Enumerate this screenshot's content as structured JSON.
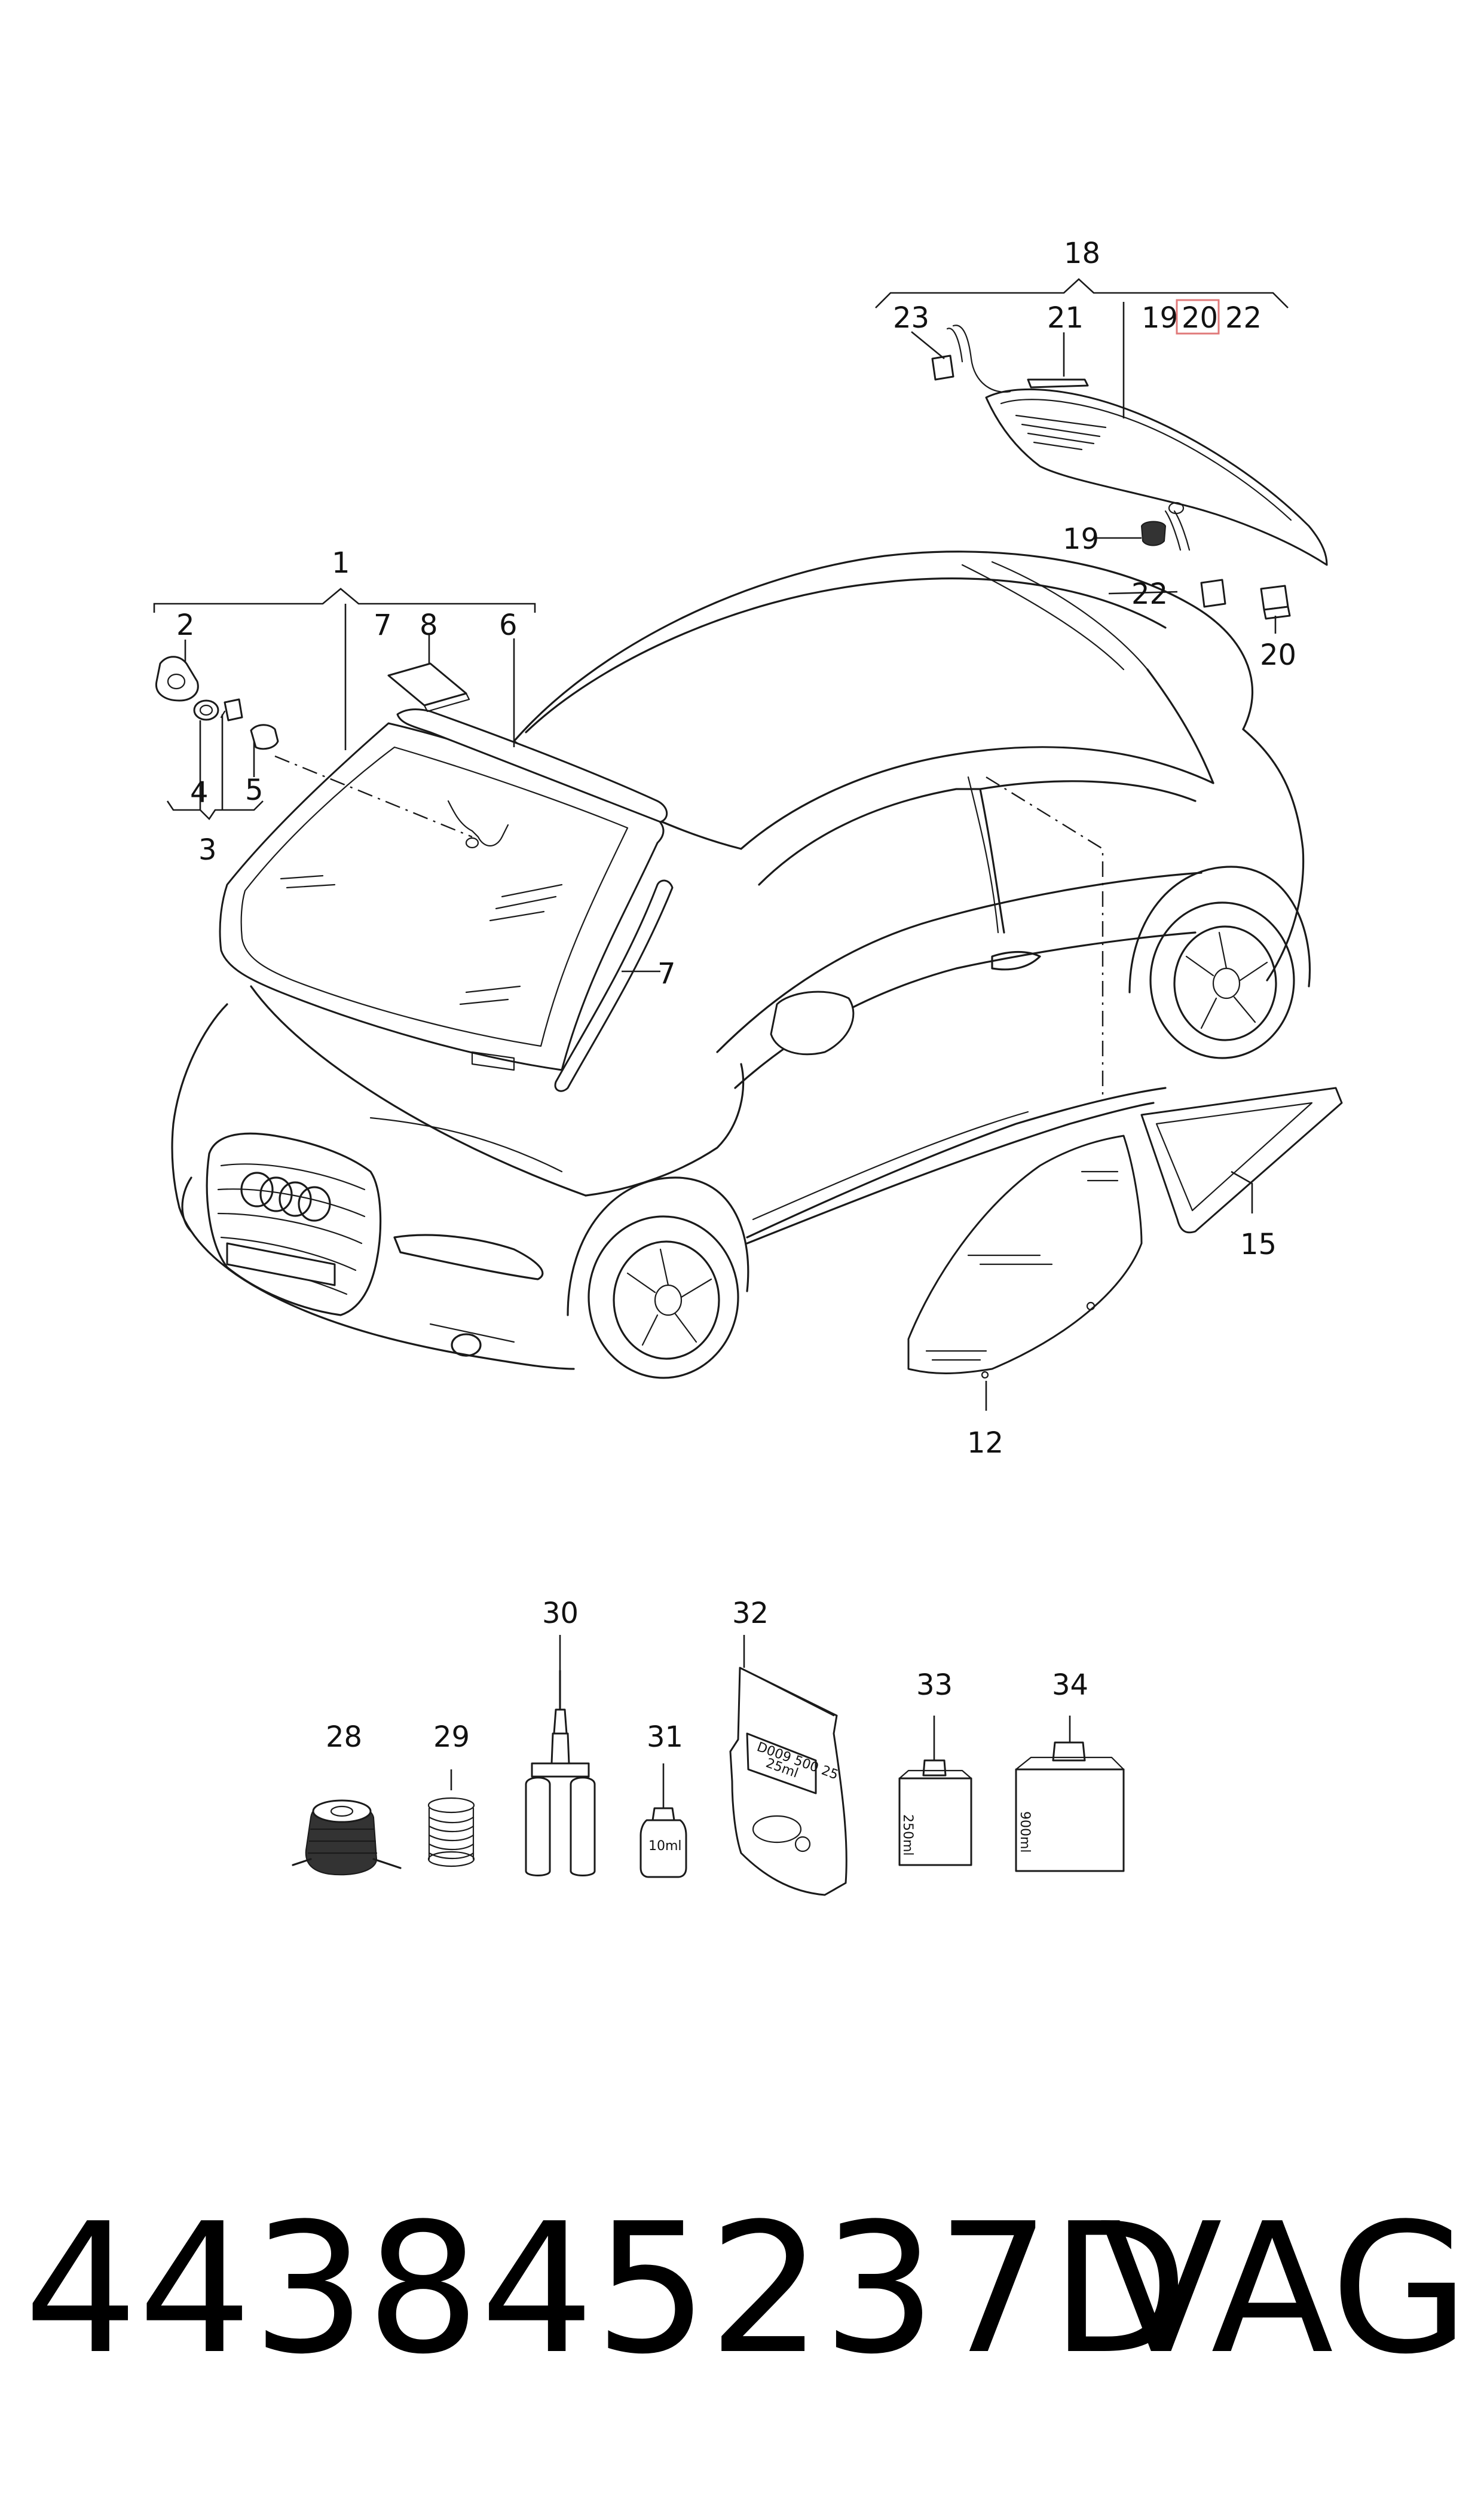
{
  "callouts": {
    "c1": "1",
    "c2": "2",
    "c3": "3",
    "c4": "4",
    "c5": "5",
    "c6": "6",
    "c7a": "7",
    "c7b": "7",
    "c8": "8",
    "c12": "12",
    "c15": "15",
    "c18": "18",
    "c19a": "19",
    "c19b": "19",
    "c20a": "20",
    "c20b": "20",
    "c21": "21",
    "c22a": "22",
    "c22b": "22",
    "c23": "23",
    "c28": "28",
    "c29": "29",
    "c30": "30",
    "c31": "31",
    "c32": "32",
    "c33": "33",
    "c34": "34"
  },
  "highlighted_callout": "20",
  "package_labels": {
    "bottle_31": "10ml",
    "bag_32_line1": "D009 500 25",
    "bag_32_line2": "25ml",
    "bottle_33": "250ml",
    "bottle_34": "900ml"
  },
  "footer": {
    "part_number": "443845237D",
    "brand": "VAG"
  },
  "colors": {
    "line": "#1a1a1a",
    "highlight": "#e07a7a",
    "background": "#ffffff"
  }
}
